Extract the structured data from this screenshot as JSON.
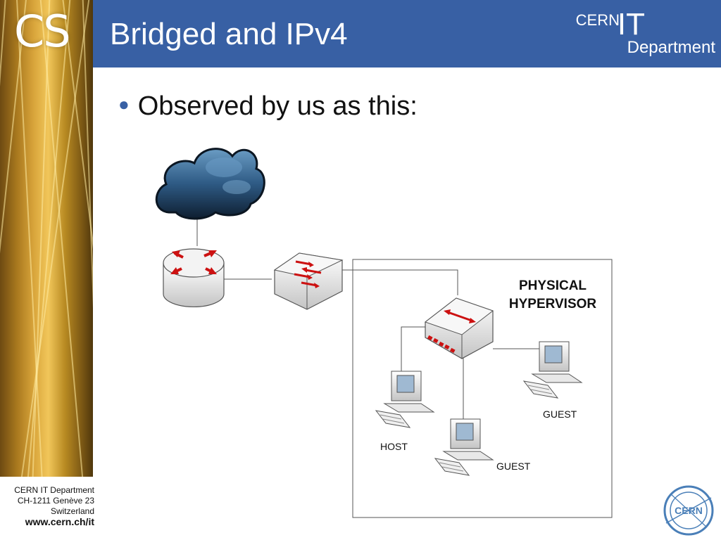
{
  "sidebar": {
    "logo_text": "CS"
  },
  "header": {
    "title": "Bridged and IPv4",
    "brand": {
      "cern": "CERN",
      "it": "IT",
      "department": "Department"
    }
  },
  "bullet": {
    "text": "Observed by us as this:"
  },
  "diagram": {
    "box_title_line1": "PHYSICAL",
    "box_title_line2": "HYPERVISOR",
    "host_label": "HOST",
    "guest_label_bottom": "GUEST",
    "guest_label_right": "GUEST"
  },
  "footer": {
    "line1": "CERN IT Department",
    "line2": "CH-1211 Genève 23",
    "line3": "Switzerland",
    "url": "www.cern.ch/it"
  },
  "cern_logo": {
    "text": "CERN"
  },
  "colors": {
    "header": "#3860a4",
    "arrow_red": "#cc1111",
    "cloud": "#1e3a5a"
  }
}
